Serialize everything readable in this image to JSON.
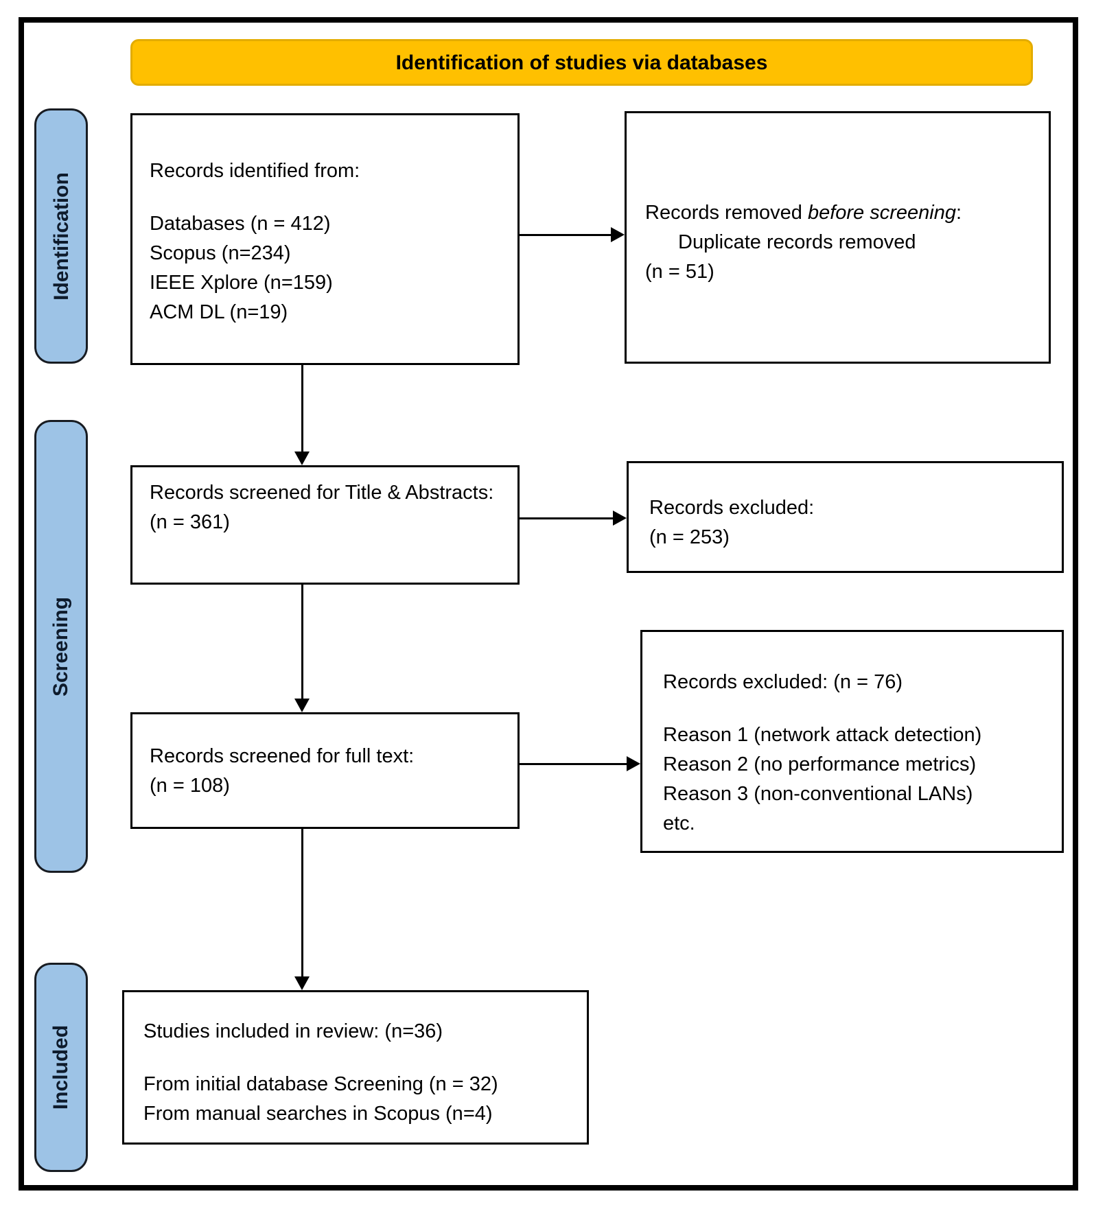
{
  "colors": {
    "banner_bg": "#FFC000",
    "stage_bg": "#9DC3E6",
    "line": "#000000"
  },
  "banner": {
    "title": "Identification of studies via databases"
  },
  "stages": {
    "identification": {
      "label": "Identification"
    },
    "screening": {
      "label": "Screening"
    },
    "included": {
      "label": "Included"
    }
  },
  "flow": {
    "identified": {
      "heading": "Records identified from:",
      "sources": [
        "Databases (n = 412)",
        "Scopus (n=234)",
        "IEEE Xplore (n=159)",
        "ACM DL (n=19)"
      ]
    },
    "title_abstract_screening": {
      "text": "Records screened for Title & Abstracts:",
      "count": "(n = 361)"
    },
    "full_text_screening": {
      "text": "Records screened for full text:",
      "count": "(n = 108)"
    },
    "included_studies": {
      "heading": "Studies included in review: (n=36)",
      "details": [
        "From initial database Screening (n = 32)",
        "From manual searches in Scopus (n=4)"
      ]
    }
  },
  "exclusions": {
    "before_screening": {
      "prefix": "Records removed ",
      "emphasis": "before screening",
      "suffix": ":",
      "detail": "Duplicate records removed",
      "count": "(n = 51)"
    },
    "title_abstract": {
      "text": "Records excluded:",
      "count": "(n = 253)"
    },
    "full_text": {
      "heading": "Records excluded: (n = 76)",
      "reasons": [
        "Reason 1 (network attack detection)",
        "Reason 2 (no performance metrics)",
        "Reason 3 (non-conventional LANs)",
        "etc."
      ]
    }
  }
}
